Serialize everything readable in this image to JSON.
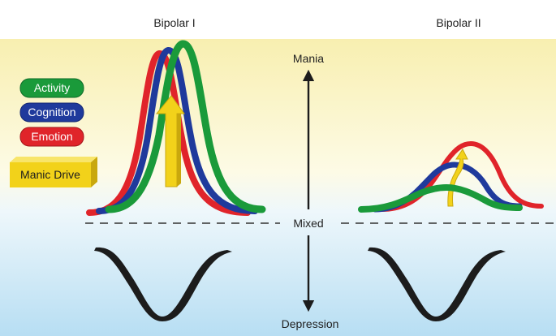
{
  "titles": {
    "left": "Bipolar I",
    "right": "Bipolar II"
  },
  "axis": {
    "top": "Mania",
    "middle": "Mixed",
    "bottom": "Depression"
  },
  "legend": {
    "activity": "Activity",
    "cognition": "Cognition",
    "emotion": "Emotion",
    "drive": "Manic Drive"
  },
  "colors": {
    "activity": "#1a9a3a",
    "cognition": "#1f3a9c",
    "emotion": "#e0242a",
    "drive": "#f2d21a",
    "depression_curve": "#1c1c1c",
    "band_yellow": "#faf2b8",
    "band_blue": "#b9e0f5"
  }
}
